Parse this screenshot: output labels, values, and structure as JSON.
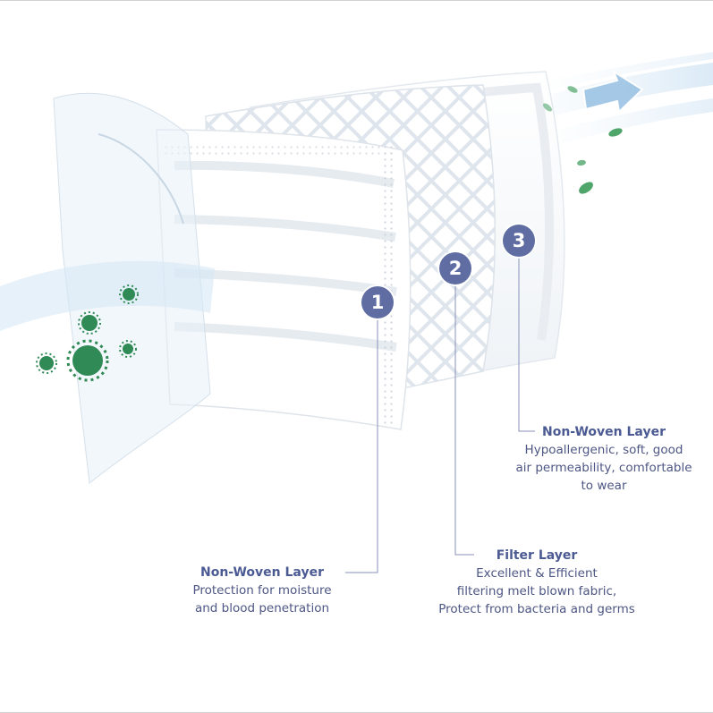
{
  "colors": {
    "accent": "#5f6da3",
    "text": "#4a5682",
    "leader": "#8a92b8",
    "virus": "#2f8a55",
    "leaf": "#4fa56a",
    "arrow": "#9cc4e4"
  },
  "icons": [
    "virus-icon",
    "leaf-icon",
    "airflow-arrow-icon"
  ],
  "layers": [
    {
      "number": "1",
      "title": "Non-Woven Layer",
      "lines": [
        "Protection for moisture",
        "and blood penetration"
      ]
    },
    {
      "number": "2",
      "title": "Filter Layer",
      "lines": [
        "Excellent & Efficient",
        "filtering melt blown fabric,",
        "Protect from bacteria and germs"
      ]
    },
    {
      "number": "3",
      "title": "Non-Woven Layer",
      "lines": [
        "Hypoallergenic, soft, good",
        "air permeability, comfortable",
        "to wear"
      ]
    }
  ]
}
